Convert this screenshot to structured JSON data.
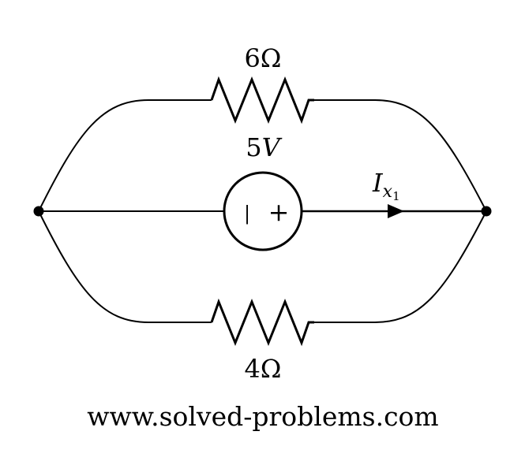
{
  "diagram": {
    "top_resistor": {
      "label": "6Ω"
    },
    "bottom_resistor": {
      "label": "4Ω"
    },
    "source": {
      "label_value": "5",
      "label_unit": "V",
      "minus_sign": "|",
      "plus_sign": "+"
    },
    "current": {
      "symbol": "I",
      "subscript": "x",
      "subsubscript": "1"
    },
    "website": "www.solved-problems.com",
    "colors": {
      "stroke": "#000000",
      "background": "#ffffff"
    }
  }
}
